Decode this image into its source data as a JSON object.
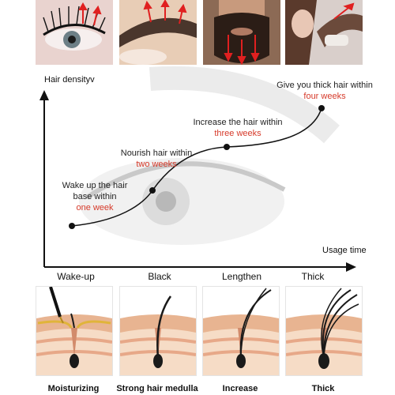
{
  "top_photos": [
    {
      "name": "eyelash-photo",
      "alt_icon": "eyelash-growth-icon"
    },
    {
      "name": "eyebrow-photo",
      "alt_icon": "eyebrow-growth-icon"
    },
    {
      "name": "beard-photo",
      "alt_icon": "beard-growth-icon"
    },
    {
      "name": "hair-photo",
      "alt_icon": "hair-growth-icon"
    }
  ],
  "chart": {
    "y_label": "Hair densityv",
    "x_label": "Usage time",
    "points": [
      {
        "line1": "Wake up the hair",
        "line2": "base within",
        "highlight": "one week"
      },
      {
        "line1": "Nourish hair within",
        "highlight": "two weeks"
      },
      {
        "line1": "Increase the hair within",
        "highlight": "three weeks"
      },
      {
        "line1": "Give you thick hair within",
        "highlight": "four weeks"
      }
    ]
  },
  "stages": [
    "Wake-up",
    "Black",
    "Lengthen",
    "Thick"
  ],
  "captions": [
    "Moisturizing",
    "Strong hair medulla",
    "Increase",
    "Thick"
  ],
  "colors": {
    "accent": "#d63a2a",
    "axis": "#111111",
    "skin": "#f2c9a5",
    "skin_dark": "#e0a27c",
    "hair": "#1a1a1a",
    "serum": "#e0b43a"
  }
}
